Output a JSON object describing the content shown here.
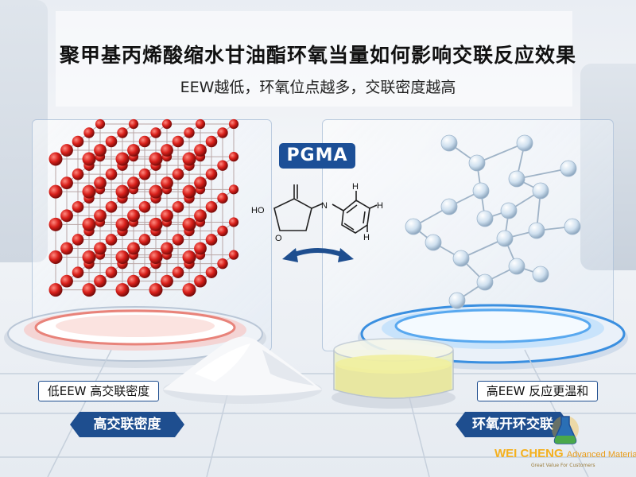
{
  "header": {
    "title": "聚甲基丙烯酸缩水甘油酯环氧当量如何影响交联反应效果",
    "subtitle": "EEW越低，环氧位点越多，交联密度越高"
  },
  "center": {
    "badge": "PGMA",
    "molecule_labels": {
      "ho": "HO",
      "o_bottom": "O",
      "n": "N",
      "h_top": "H",
      "h_right": "H",
      "h_bottom": "H"
    }
  },
  "left": {
    "label": "低EEW 高交联密度",
    "ribbon": "高交联密度"
  },
  "right": {
    "label": "高EEW 反应更温和",
    "ribbon": "环氧开环交联"
  },
  "logo": {
    "brand": "WEI CHENG",
    "brand_suffix": "Advanced Material",
    "tagline": "Great Value For Customers"
  },
  "colors": {
    "accent": "#1e4e8f",
    "red_atom": "#d81f1a",
    "glass_atom": "#cfe0ef",
    "ring_blue": "#3a8fe0"
  }
}
